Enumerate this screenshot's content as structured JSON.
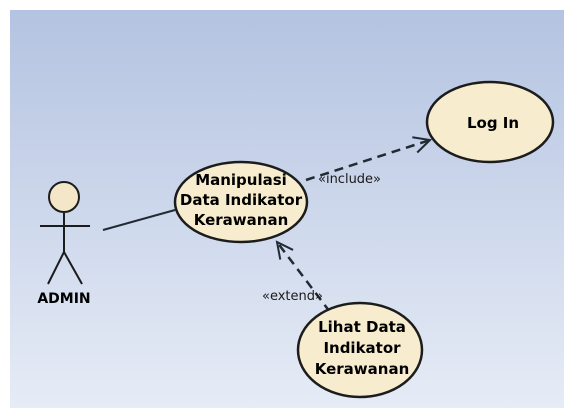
{
  "diagram": {
    "type": "use-case",
    "actors": [
      {
        "id": "admin",
        "label": "ADMIN"
      }
    ],
    "use_cases": [
      {
        "id": "manipulasi",
        "lines": [
          "Manipulasi",
          "Data Indikator",
          "Kerawanan"
        ]
      },
      {
        "id": "login",
        "lines": [
          "Log In"
        ]
      },
      {
        "id": "lihat",
        "lines": [
          "Lihat Data",
          "Indikator",
          "Kerawanan"
        ]
      }
    ],
    "relationships": [
      {
        "type": "association",
        "from": "admin",
        "to": "manipulasi"
      },
      {
        "type": "include",
        "from": "manipulasi",
        "to": "login",
        "label": "«include»"
      },
      {
        "type": "extend",
        "from": "lihat",
        "to": "manipulasi",
        "label": "«extend»"
      }
    ]
  },
  "colors": {
    "background_top": "#b6c5e2",
    "background_bottom": "#e3e9f4",
    "usecase_fill": "#f7ecce",
    "usecase_stroke": "#1c1c1c",
    "actor_head_fill": "#f3e7c7",
    "line": "#222a33"
  }
}
